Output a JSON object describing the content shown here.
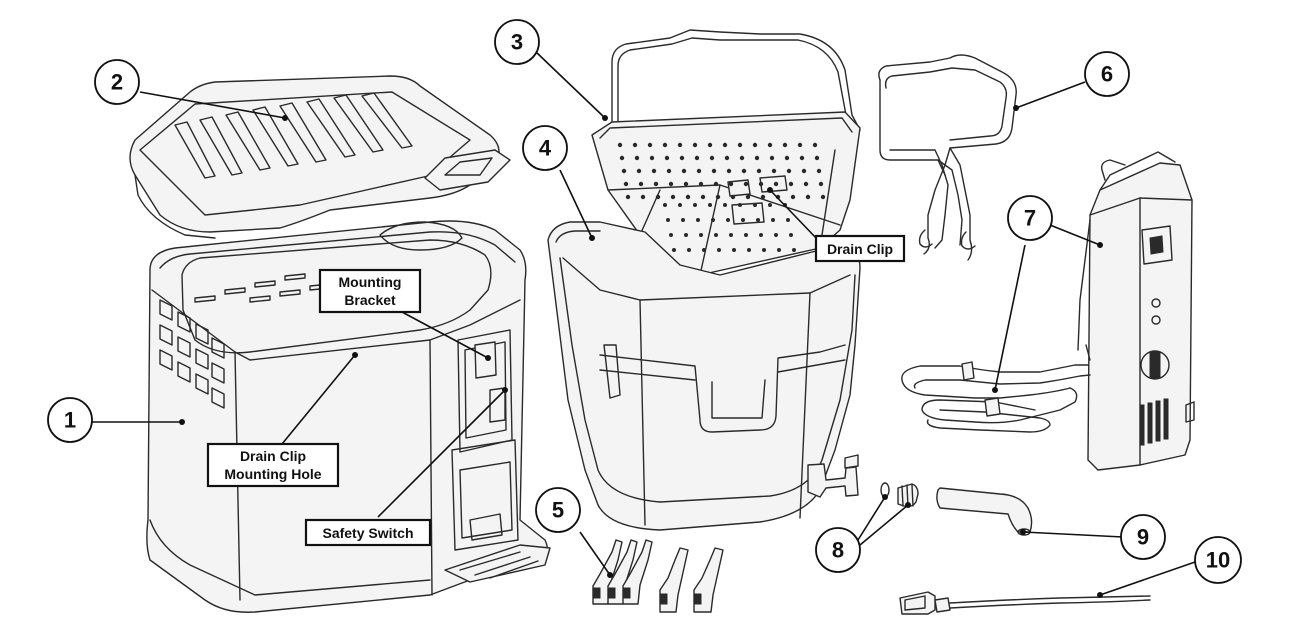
{
  "callouts": {
    "c1": "1",
    "c2": "2",
    "c3": "3",
    "c4": "4",
    "c5": "5",
    "c6": "6",
    "c7": "7",
    "c8": "8",
    "c9": "9",
    "c10": "10"
  },
  "labels": {
    "mounting_bracket_line1": "Mounting",
    "mounting_bracket_line2": "Bracket",
    "drain_clip_top": "Drain Clip",
    "drain_clip_hole_line1": "Drain Clip",
    "drain_clip_hole_line2": "Mounting Hole",
    "safety_switch": "Safety Switch"
  },
  "colors": {
    "line": "#2a2a2a",
    "background": "#ffffff",
    "fill": "#f4f4f4"
  }
}
